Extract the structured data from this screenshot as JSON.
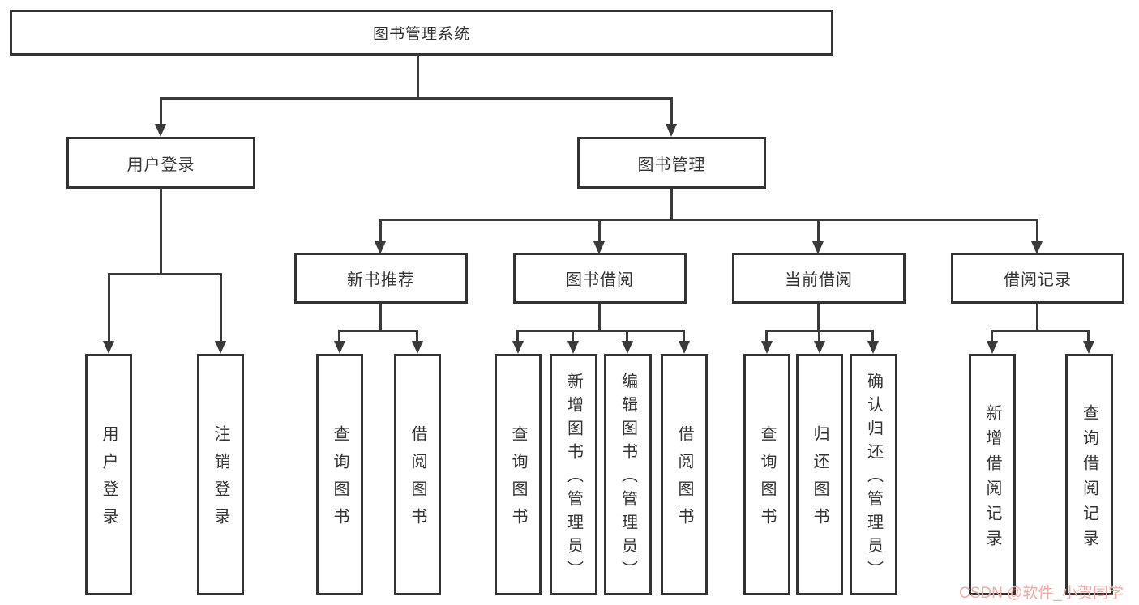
{
  "colors": {
    "line": "#3a3a3a",
    "box_border": "#333333",
    "text": "#333333",
    "watermark": "#f0aba5"
  },
  "tree": {
    "root": {
      "label": "图书管理系统"
    },
    "branches": [
      {
        "label": "用户登录",
        "children": [
          {
            "label": "用户登录"
          },
          {
            "label": "注销登录"
          }
        ]
      },
      {
        "label": "图书管理",
        "children": [
          {
            "label": "新书推荐",
            "children": [
              {
                "label": "查询图书"
              },
              {
                "label": "借阅图书"
              }
            ]
          },
          {
            "label": "图书借阅",
            "children": [
              {
                "label": "查询图书"
              },
              {
                "label": "新增图书（管理员）"
              },
              {
                "label": "编辑图书（管理员）"
              },
              {
                "label": "借阅图书"
              }
            ]
          },
          {
            "label": "当前借阅",
            "children": [
              {
                "label": "查询图书"
              },
              {
                "label": "归还图书"
              },
              {
                "label": "确认归还（管理员）"
              }
            ]
          },
          {
            "label": "借阅记录",
            "children": [
              {
                "label": "新增借阅记录"
              },
              {
                "label": "查询借阅记录"
              }
            ]
          }
        ]
      }
    ]
  },
  "watermark": {
    "text": "CSDN @软件_小贺同学"
  }
}
